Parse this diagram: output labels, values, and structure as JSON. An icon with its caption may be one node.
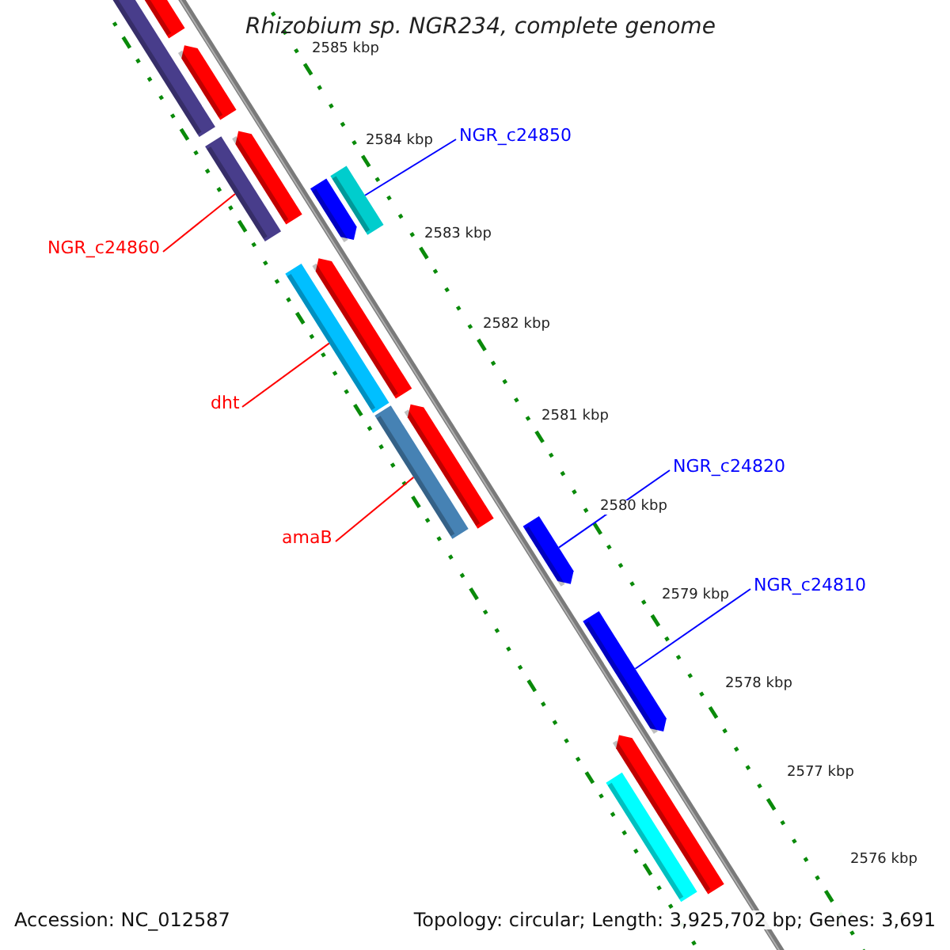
{
  "diagram": {
    "title": "Rhizobium sp. NGR234, complete genome",
    "nodes": [
      {
        "text": [
          "NGR_c24850"
        ]
      },
      {
        "text": [],
        "shape": "bar"
      },
      {
        "text": [
          "NGR_c24860"
        ]
      },
      {
        "text": [],
        "shape": "bar"
      },
      {
        "text": [
          "dht"
        ]
      },
      {
        "text": [],
        "shape": "bar"
      },
      {
        "text": [
          "amaB"
        ]
      },
      {
        "text": [],
        "shape": "bar"
      },
      {
        "text": [
          "NGR_c24820"
        ]
      },
      {
        "text": [],
        "shape": "bar"
      },
      {
        "text": [
          "NGR_c24810"
        ]
      },
      {
        "text": [],
        "shape": "bar"
      },
      {
        "text": [],
        "shape": "bar"
      },
      {
        "text": [],
        "shape": "bar"
      },
      {
        "text": [],
        "shape": "bar"
      },
      {
        "text": [],
        "shape": "bar"
      },
      {
        "text": [],
        "shape": "bar"
      },
      {
        "text": [],
        "shape": "bar"
      },
      {
        "text": [],
        "shape": "bar"
      },
      {
        "text": [],
        "shape": "bar"
      },
      {
        "text": [],
        "shape": "bar"
      }
    ],
    "edges": [
      {
        "from": 0,
        "to": 1,
        "arrow": "none",
        "color": "#0000ff"
      },
      {
        "from": 2,
        "to": 3,
        "arrow": "none",
        "color": "#ff0000"
      },
      {
        "from": 4,
        "to": 5,
        "arrow": "none",
        "color": "#ff0000"
      },
      {
        "from": 6,
        "to": 7,
        "arrow": "none",
        "color": "#ff0000"
      },
      {
        "from": 8,
        "to": 9,
        "arrow": "none",
        "color": "#0000ff"
      },
      {
        "from": 10,
        "to": 11,
        "arrow": "none",
        "color": "#0000ff"
      }
    ],
    "labels": [
      "2585 kbp",
      "2584 kbp",
      "2583 kbp",
      "2582 kbp",
      "2581 kbp",
      "2580 kbp",
      "2579 kbp",
      "2578 kbp",
      "2577 kbp",
      "2576 kbp",
      "Accession: NC_012587",
      "Topology: circular; Length: 3,925,702 bp; Genes: 3,691"
    ]
  }
}
